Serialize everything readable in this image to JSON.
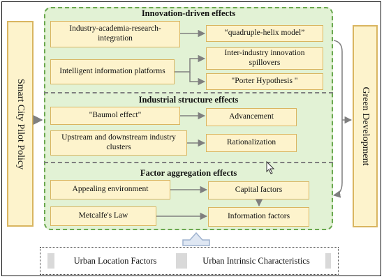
{
  "left_label": "Smart City Pilot Policy",
  "right_label": "Green Development",
  "sections": {
    "innovation": {
      "title": "Innovation-driven effects",
      "iar": "Industry-academia-research-integration",
      "iip": "Intelligent information platforms",
      "qhm": "“quadruple-helix model”",
      "iiis": "Inter-industry innovation spillovers",
      "ph": "\"Porter Hypothesis \""
    },
    "structure": {
      "title": "Industrial structure effects",
      "baumol": "\"Baumol effect\"",
      "udic": "Upstream and downstream industry clusters",
      "adv": "Advancement",
      "rat": "Rationalization"
    },
    "factor": {
      "title": "Factor aggregation effects",
      "env": "Appealing environment",
      "metcalfe": "Metcalfe's Law",
      "capital": "Capital factors",
      "info": "Information factors"
    }
  },
  "bottom": {
    "location": "Urban Location Factors",
    "intrinsic": "Urban Intrinsic Characteristics"
  },
  "colors": {
    "box_fill": "#fdf3cc",
    "box_border": "#d9b560",
    "panel_fill": "#e2f2d5",
    "panel_border": "#6aa84f",
    "arrow": "#7f7f7f",
    "up_arrow_fill": "#dfe7f3",
    "up_arrow_border": "#9fb3cf"
  },
  "icons": [
    "mouse-cursor-icon"
  ]
}
